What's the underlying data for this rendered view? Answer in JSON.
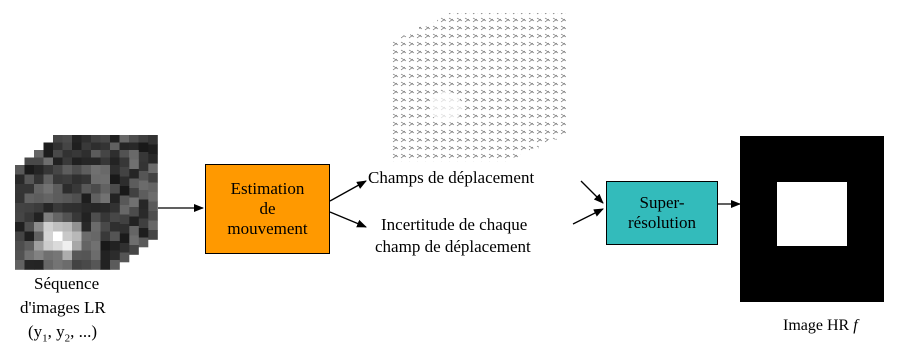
{
  "input": {
    "caption_line1": "Séquence",
    "caption_line2": "d'images LR",
    "caption_line3": "(y",
    "sub1": "1",
    "sep": ", y",
    "sub2": "2",
    "tail": ", ...)"
  },
  "motion_box": {
    "line1": "Estimation",
    "line2": "de",
    "line3": "mouvement",
    "color": "#ff9900"
  },
  "fields_label": "Champs de déplacement",
  "uncertainty_label": {
    "line1": "Incertitude de chaque",
    "line2": "champ de déplacement"
  },
  "sr_box": {
    "line1": "Super-",
    "line2": "résolution",
    "color": "#33bbbb"
  },
  "output": {
    "caption": "Image HR ",
    "symbol": "f"
  }
}
